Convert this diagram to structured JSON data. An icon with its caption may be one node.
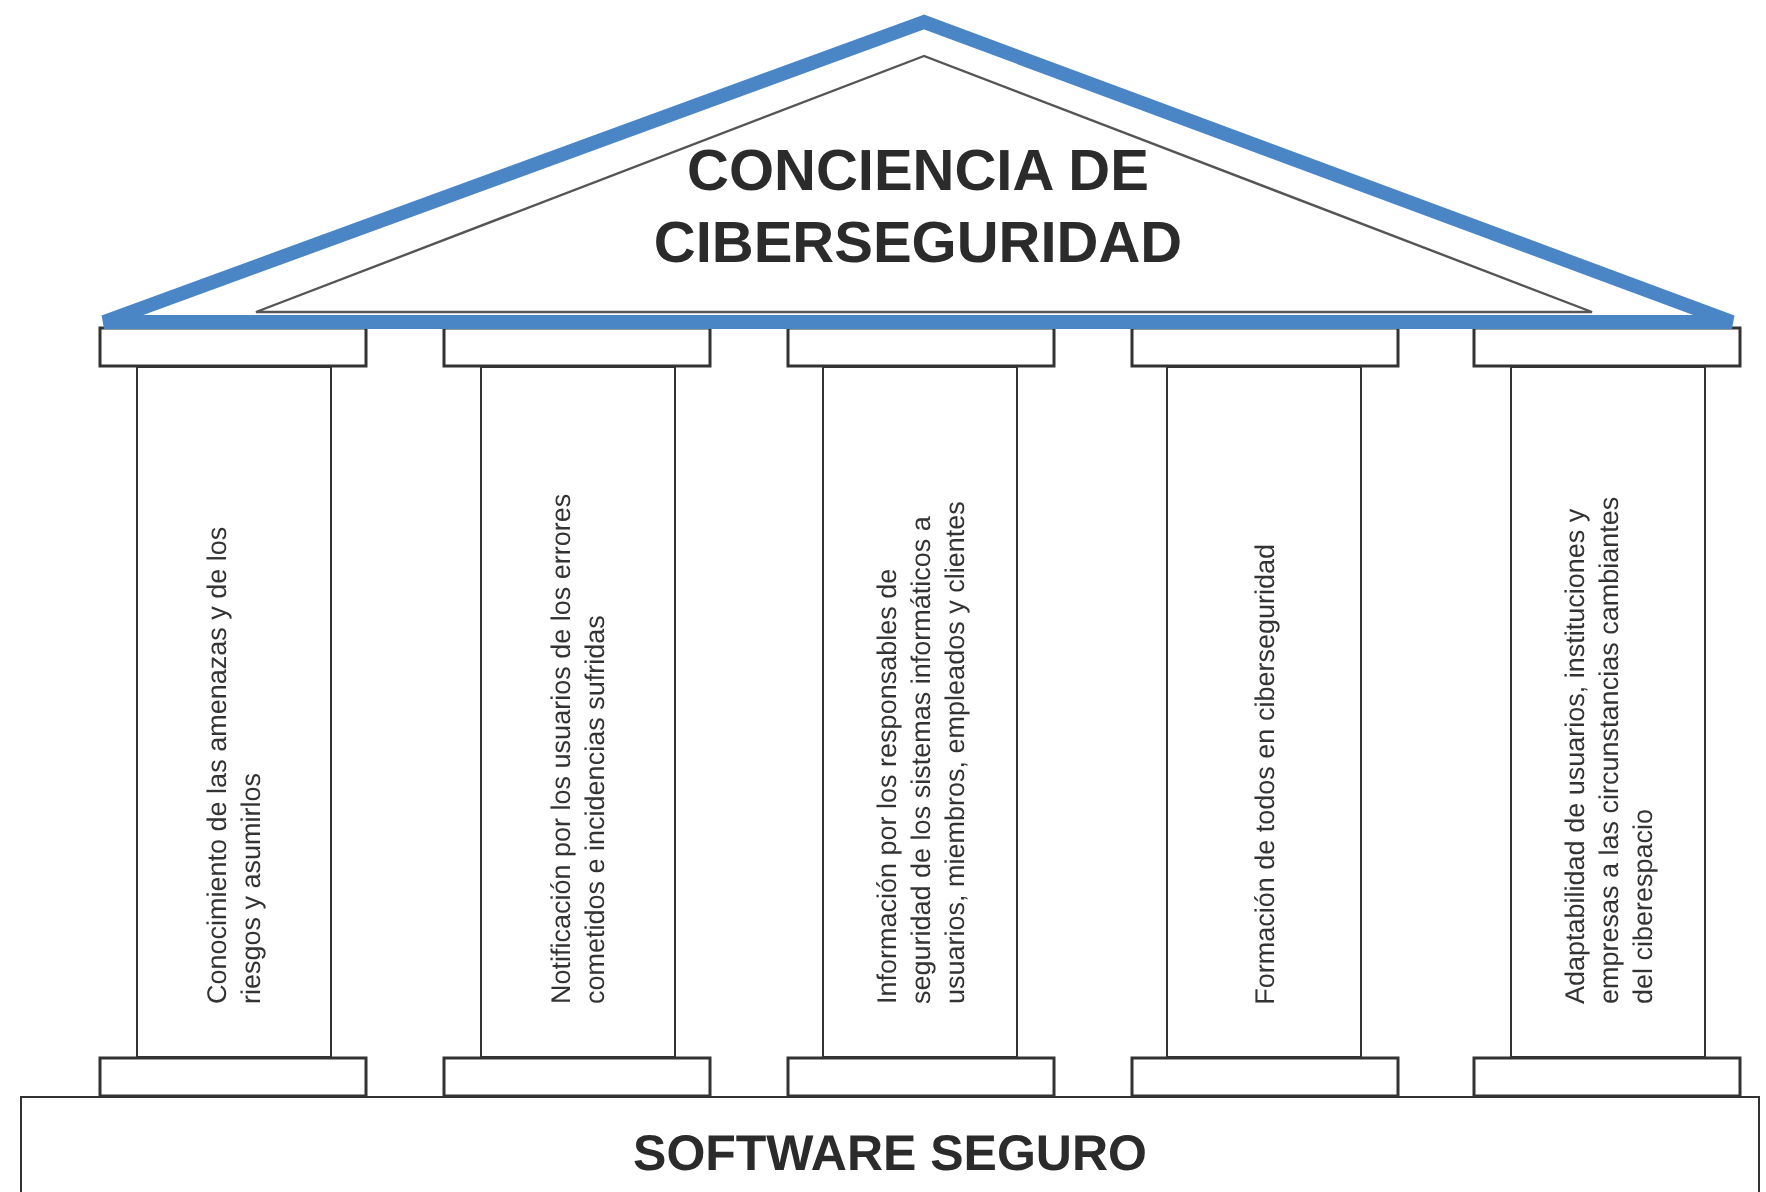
{
  "diagram": {
    "nodes": [
      {
        "text": [
          "CONCIENCIA DE CIBERSEGURIDAD"
        ]
      },
      {
        "text": [
          "Conocimiento de las amenazas y de los riesgos y asumirlos"
        ]
      },
      {
        "text": [
          "Notificación por los usuarios de los errores cometidos e incidencias sufridas"
        ]
      },
      {
        "text": [
          "Información por los responsables de seguridad de los sistemas informáticos a usuarios, miembros, empleados y clientes"
        ]
      },
      {
        "text": [
          "Formación de todos en ciberseguridad"
        ]
      },
      {
        "text": [
          "Adaptabilidad de usuarios, instituciones y empresas a las circunstancias cambiantes del ciberespacio"
        ]
      },
      {
        "text": [
          "SOFTWARE SEGURO"
        ]
      }
    ]
  }
}
